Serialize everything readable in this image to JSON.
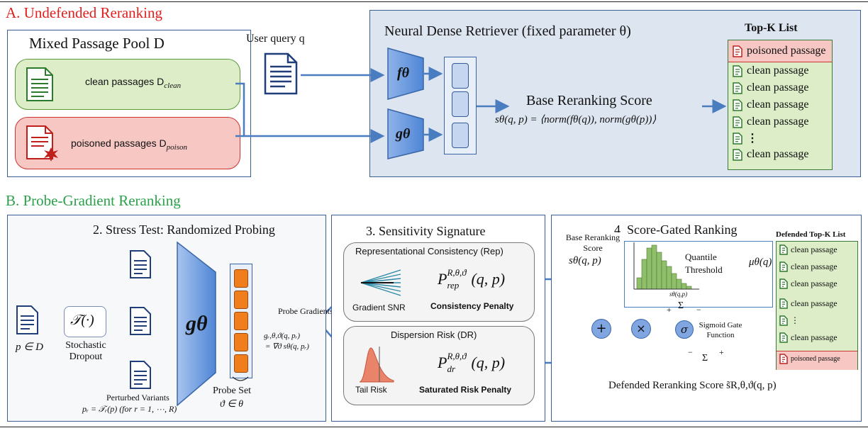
{
  "sectionA": {
    "title": "A. Undefended Reranking",
    "pool_title": "Mixed Passage Pool D",
    "clean_label": "clean passages D",
    "clean_sub": "clean",
    "poison_label": "poisoned passages D",
    "poison_sub": "poison",
    "query_label": "User query  q",
    "retriever_title": "Neural Dense Retriever (fixed parameter θ)",
    "f_label": "fθ",
    "g_label": "gθ",
    "base_score_title": "Base Reranking Score",
    "base_score_formula": "sθ(q, p) = ⟨norm(fθ(q)), norm(gθ(p))⟩",
    "topk_title": "Top-K List",
    "topk_items": [
      "poisoned passage",
      "clean passage",
      "clean passage",
      "clean passage",
      "clean passage",
      "⋮",
      "clean passage"
    ]
  },
  "sectionB": {
    "title": "B. Probe-Gradient Reranking",
    "stress_title": "2. Stress Test: Randomized Probing",
    "input_label": "p ∈ D",
    "transform_label": "𝒯(·)",
    "dropout_label": "Stochastic Dropout",
    "perturbed_label": "Perturbed Variants",
    "perturbed_formula": "pᵣ = 𝒯ᵣ(p)  (for r = 1, ⋯, R)",
    "g_label": "gθ",
    "probe_set_label": "Probe Set",
    "probe_set_formula": "ϑ ∈ θ",
    "probe_grad_label": "Probe Gradients",
    "probe_grad_formula1": "gᵣ,θ,ϑ(q, pᵣ)",
    "probe_grad_formula2": "= ∇ϑ sθ(q, pᵣ)",
    "sens_title": "3. Sensitivity Signature",
    "rep_title": "Representational Consistency (Rep)",
    "rep_formula": "P rep R,θ,ϑ (q, p)",
    "rep_formula_main": "P",
    "rep_sup": "R,θ,ϑ",
    "rep_sub": "rep",
    "rep_args": "(q, p)",
    "rep_caption": "Gradient SNR",
    "rep_penalty": "Consistency Penalty",
    "dr_title": "Dispersion Risk (DR)",
    "dr_sup": "R,θ,ϑ",
    "dr_sub": "dr",
    "dr_args": "(q, p)",
    "dr_caption": "Tail Risk",
    "dr_penalty": "Saturated Risk Penalty",
    "gate_title": "4. Score-Gated Ranking",
    "base_label": "Base Reranking Score",
    "base_formula": "sθ(q, p)",
    "hist_axis": "sθ(q,p)",
    "quantile_label": "Quantile Threshold",
    "mu_label": "μθ(q)",
    "sigmoid_label": "Sigmoid Gate Function",
    "sigma": "σ",
    "plus": "+",
    "times": "×",
    "sum": "Σ",
    "sign_plus": "+",
    "sign_minus": "−",
    "defended_score": "Defended Reranking Score s̃R,θ,ϑ(q, p)",
    "defended_title": "Defended Top-K List",
    "defended_items": [
      "clean passage",
      "clean passage",
      "clean passage",
      "clean passage",
      "⋮",
      "clean passage",
      "poisoned passage"
    ]
  },
  "colors": {
    "accentA": "#e0201c",
    "accentB": "#2aa14a",
    "clean_fill": "#dcedc8",
    "poison_fill": "#f6c7c3",
    "panel_fill": "#dde5f0",
    "blue_arrow": "#4a7dc0",
    "orange": "#f08a24"
  }
}
